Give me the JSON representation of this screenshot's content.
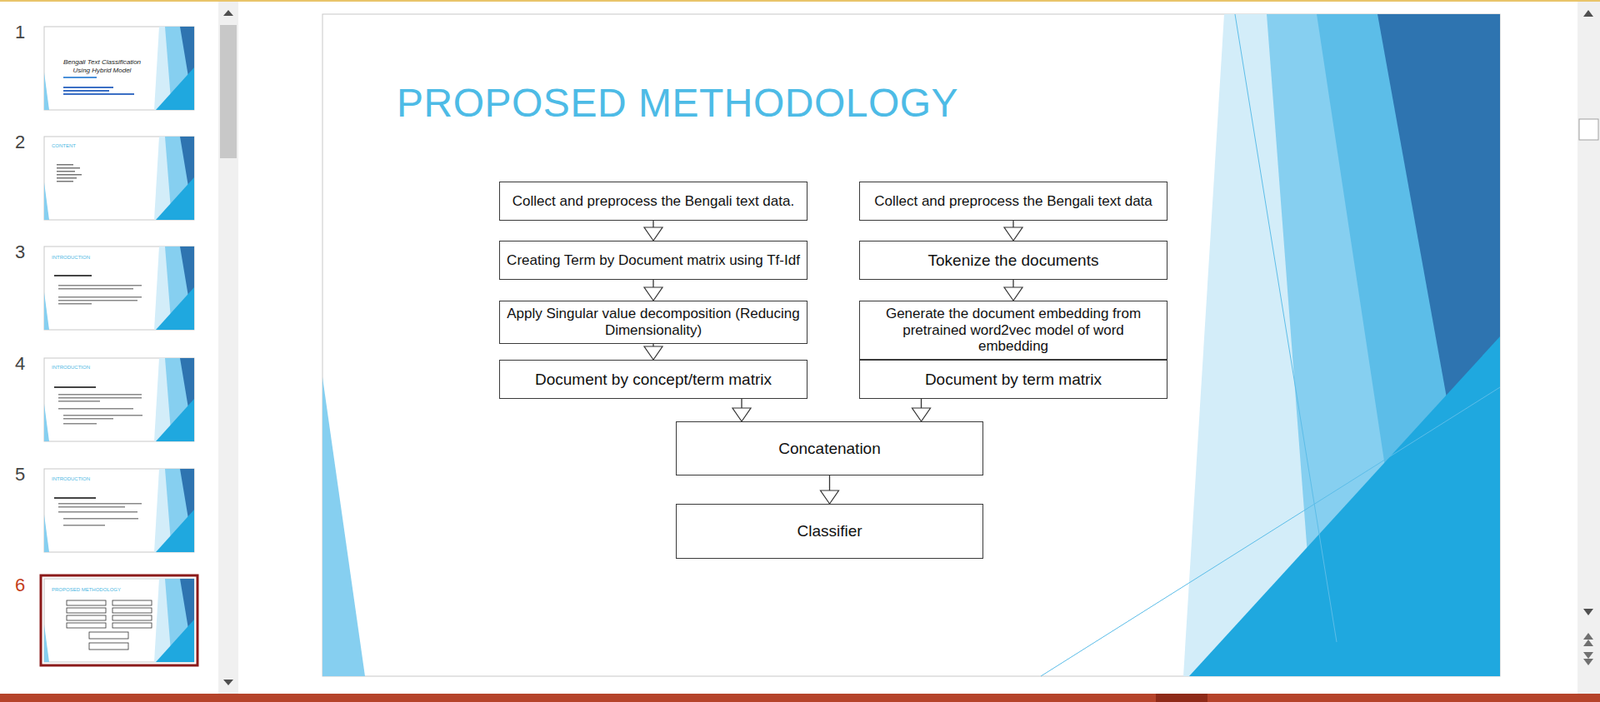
{
  "diagram": {
    "title": "PROPOSED METHODOLOGY",
    "nodes": [
      {
        "text": [
          "Collect and preprocess the Bengali text data."
        ]
      },
      {
        "text": [
          "Creating Term by Document matrix using Tf-Idf"
        ]
      },
      {
        "text": [
          "Apply Singular value decomposition (Reducing Dimensionality)"
        ]
      },
      {
        "text": [
          "Document by concept/term matrix"
        ]
      },
      {
        "text": [
          "Collect and preprocess the Bengali text data"
        ]
      },
      {
        "text": [
          "Tokenize the documents"
        ]
      },
      {
        "text": [
          "Generate the document embedding from pretrained word2vec model of word embedding"
        ]
      },
      {
        "text": [
          "Document by term matrix"
        ]
      },
      {
        "text": [
          "Concatenation"
        ]
      },
      {
        "text": [
          "Classifier"
        ]
      }
    ],
    "edges": [
      {
        "from": 0,
        "to": 1,
        "arrow": "to"
      },
      {
        "from": 1,
        "to": 2,
        "arrow": "to"
      },
      {
        "from": 2,
        "to": 3,
        "arrow": "to"
      },
      {
        "from": 4,
        "to": 5,
        "arrow": "to"
      },
      {
        "from": 5,
        "to": 6,
        "arrow": "to"
      },
      {
        "from": 6,
        "to": 7,
        "arrow": "to"
      },
      {
        "from": 3,
        "to": 8,
        "arrow": "to"
      },
      {
        "from": 7,
        "to": 8,
        "arrow": "to"
      },
      {
        "from": 8,
        "to": 9,
        "arrow": "to"
      }
    ],
    "labels": [
      "1",
      "2",
      "3",
      "4",
      "5",
      "6",
      "Bengali Text Classification Using Hybrid Model",
      "CONTENT",
      "INTRODUCTION",
      "INTRODUCTION",
      "INTRODUCTION",
      "PROPOSED METHODOLOGY"
    ]
  }
}
